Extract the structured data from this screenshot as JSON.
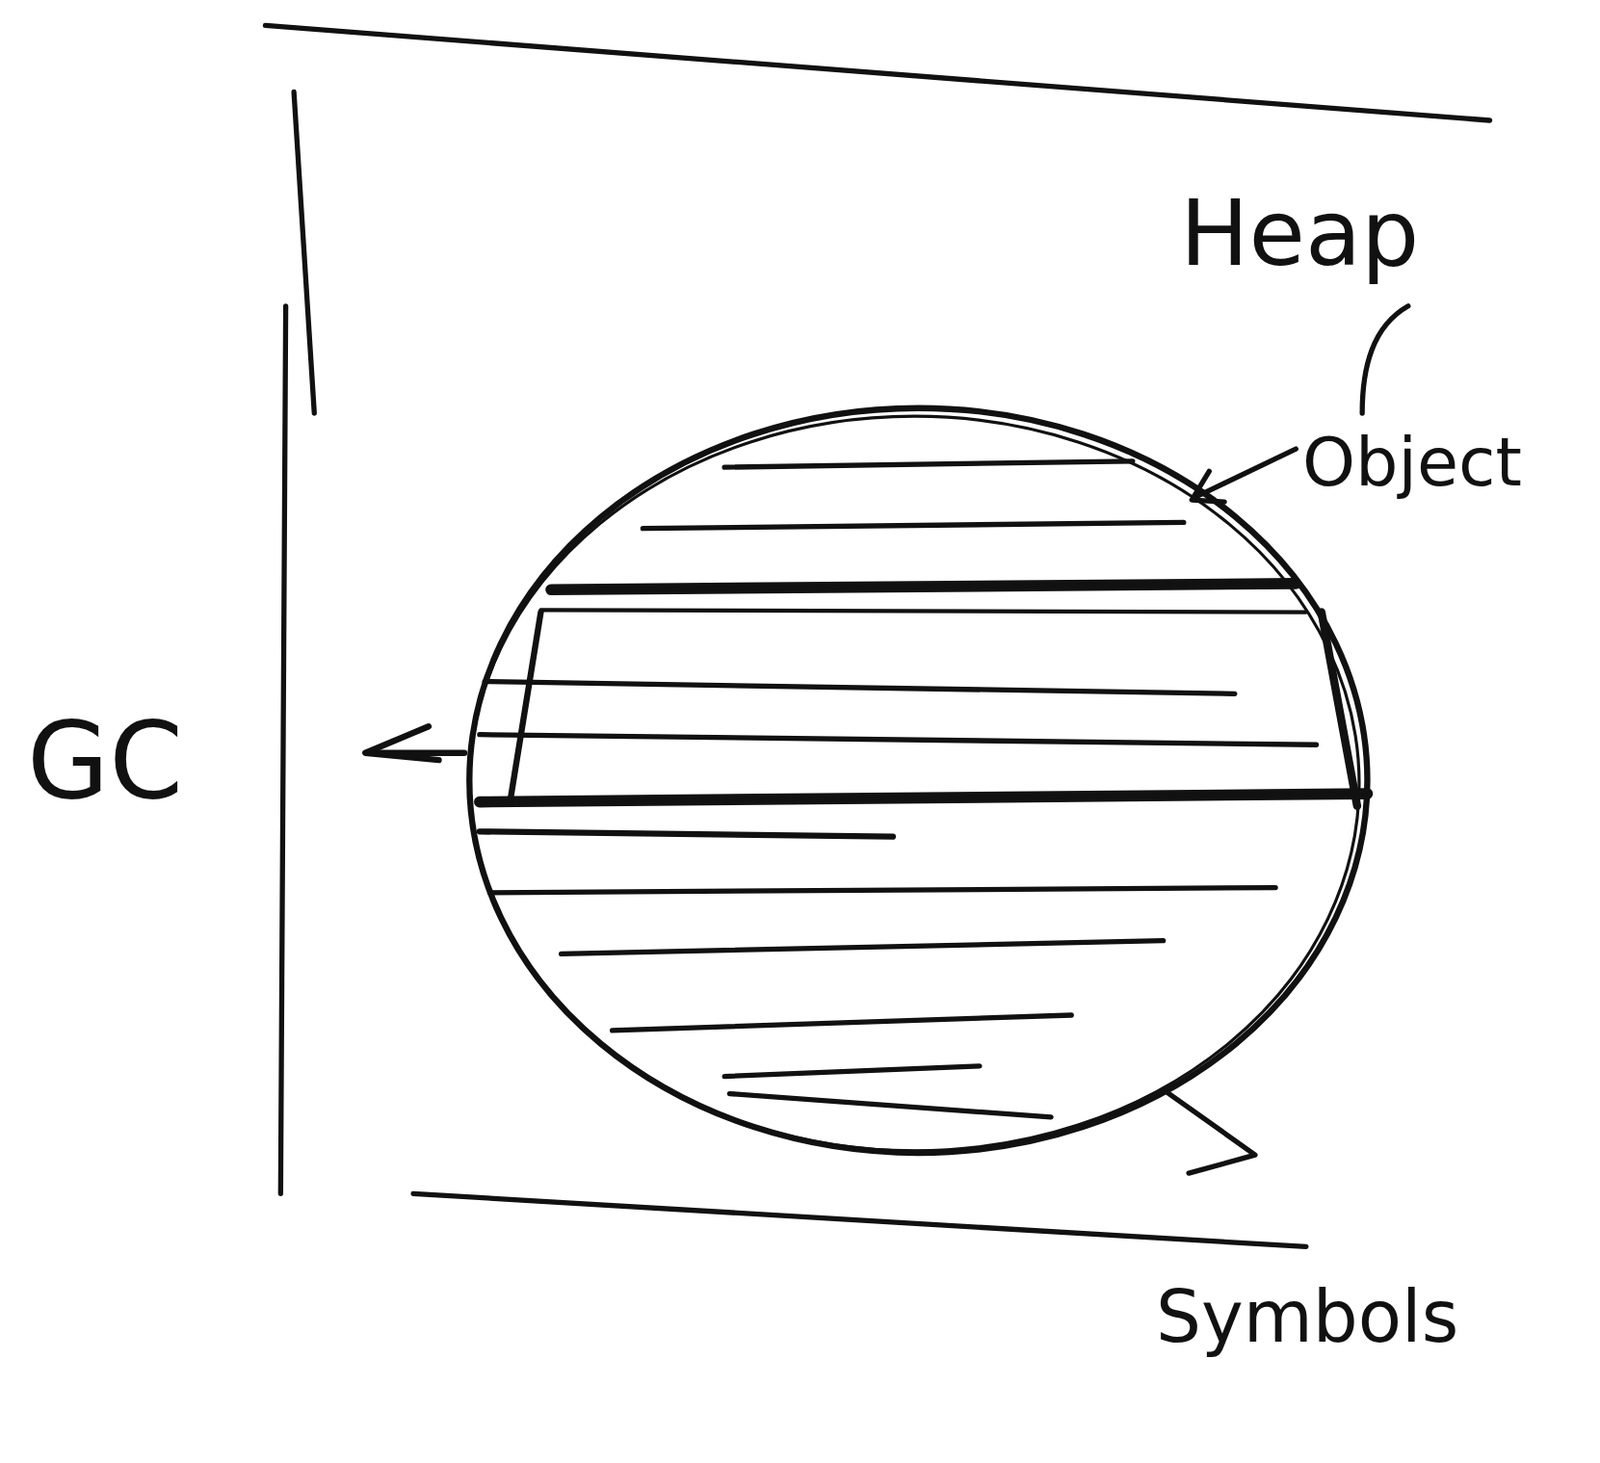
{
  "diagram": {
    "labels": [
      "Heap",
      "Object",
      "GC",
      "Symbols"
    ]
  }
}
